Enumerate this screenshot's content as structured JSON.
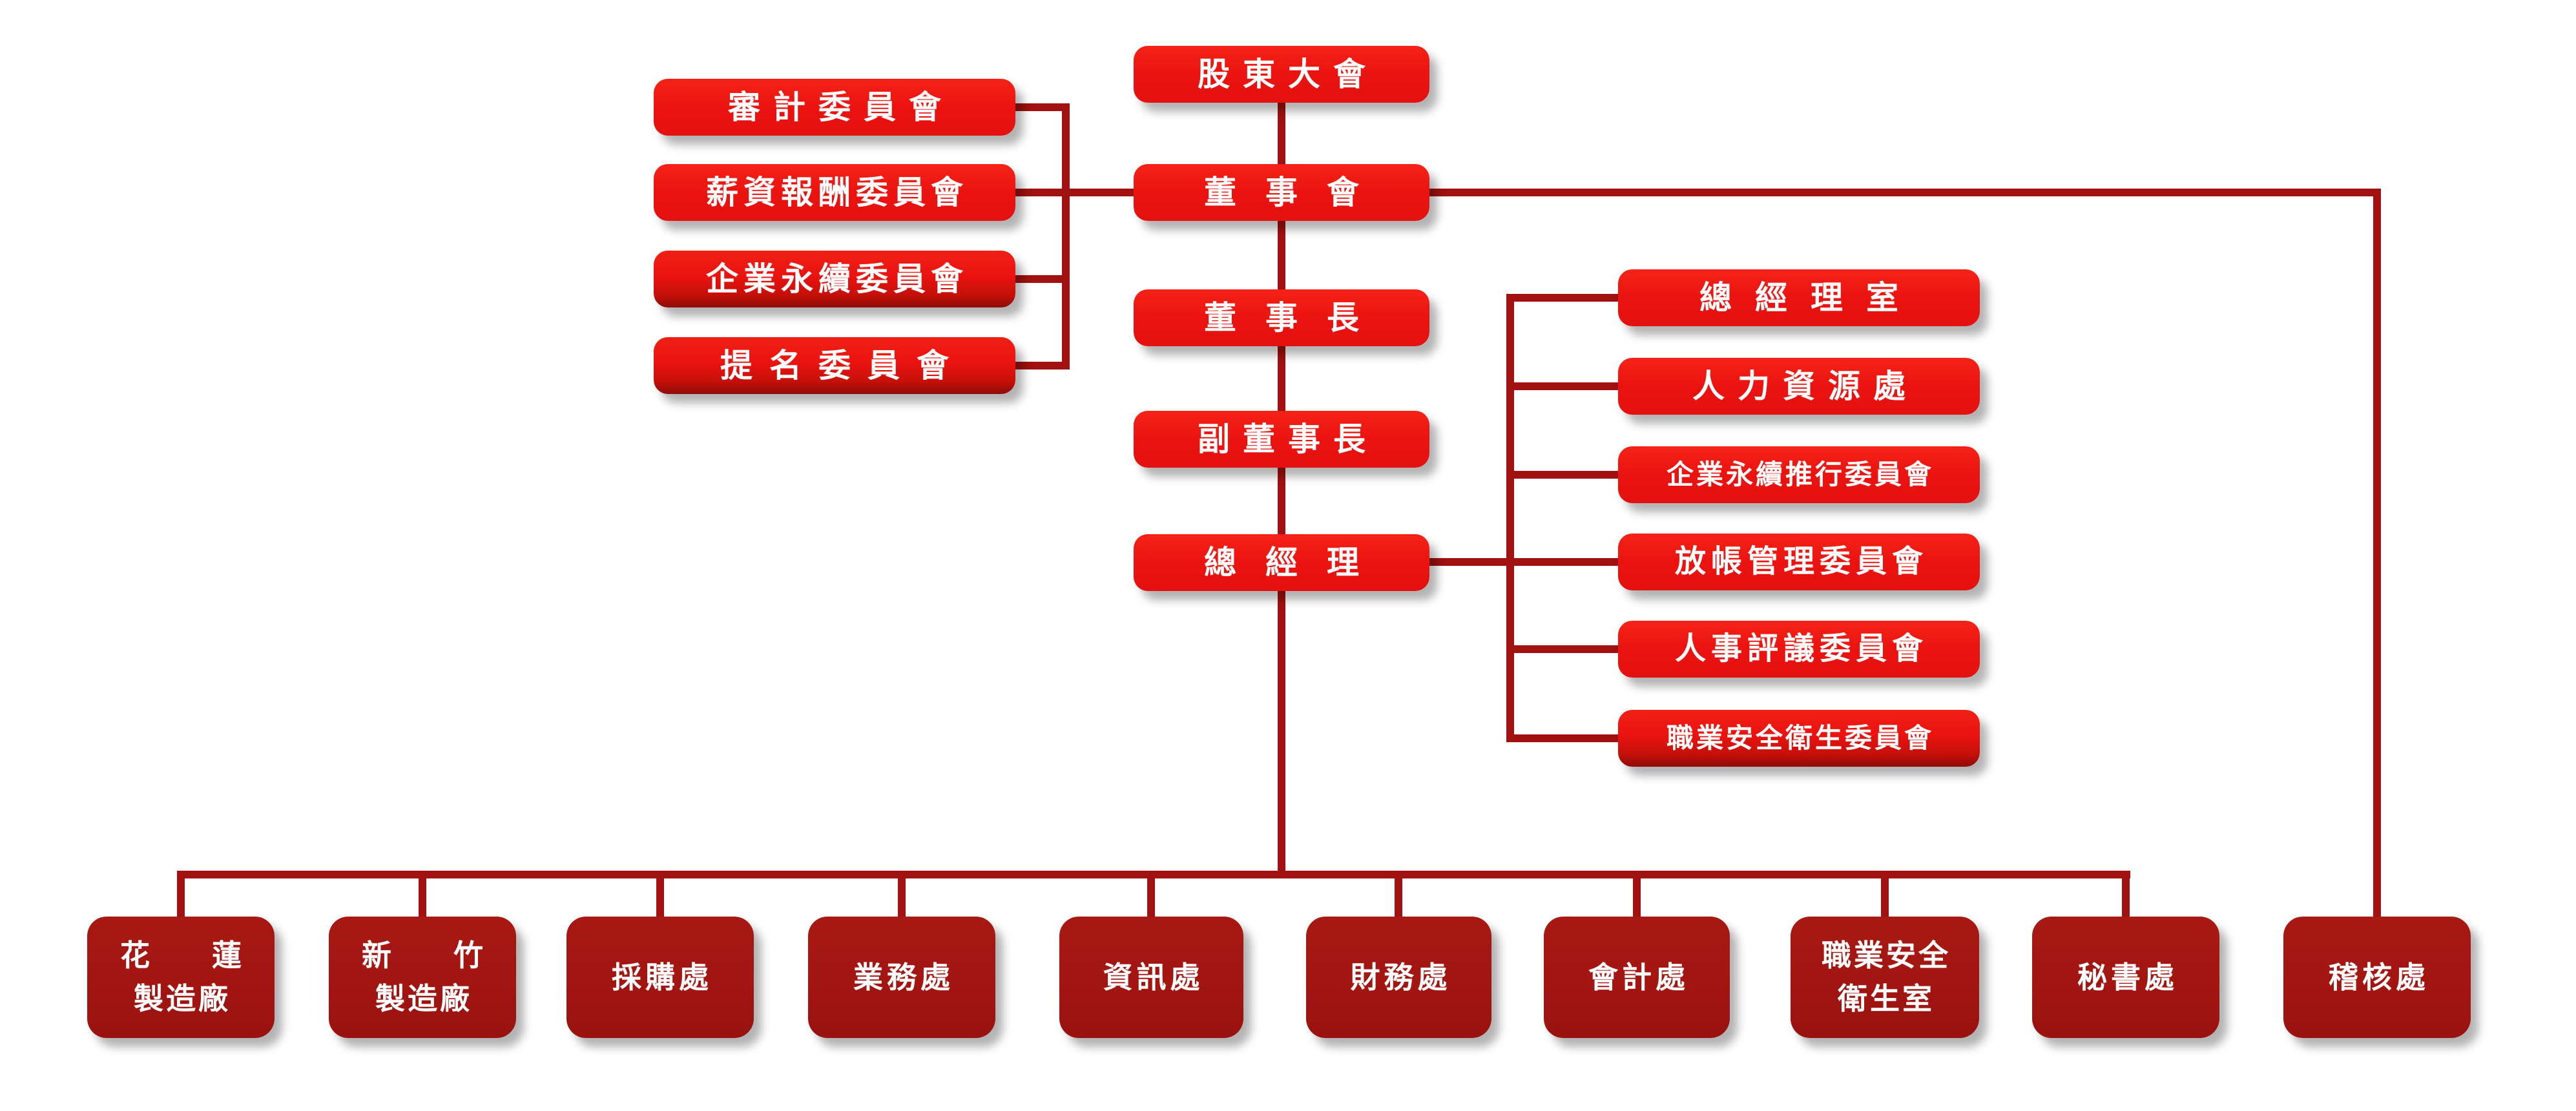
{
  "diagram": {
    "type": "org-chart",
    "language": "zh-TW",
    "description": "Corporate organization chart"
  },
  "colors": {
    "box_bright_red": "#EB1310",
    "box_gradient_dark_red": "#8F0B07",
    "box_dark_maroon": "#A21511",
    "connector_line": "#A01110",
    "text": "#FFFFFF",
    "background": "#FFFFFF"
  },
  "nodes": {
    "shareholders_meeting": {
      "label": "股東大會"
    },
    "board_of_directors": {
      "label": "董事會"
    },
    "chairman": {
      "label": "董事長"
    },
    "vice_chairman": {
      "label": "副董事長"
    },
    "general_manager": {
      "label": "總經理"
    },
    "audit_committee": {
      "label": "審計委員會"
    },
    "compensation_committee": {
      "label": "薪資報酬委員會"
    },
    "sustainability_committee": {
      "label": "企業永續委員會"
    },
    "nomination_committee": {
      "label": "提名委員會"
    },
    "gm_office": {
      "label": "總經理室"
    },
    "hr_division": {
      "label": "人力資源處"
    },
    "esg_promotion_committee": {
      "label": "企業永續推行委員會"
    },
    "credit_management_committee": {
      "label": "放帳管理委員會"
    },
    "personnel_review_committee": {
      "label": "人事評議委員會"
    },
    "osh_committee": {
      "label": "職業安全衛生委員會"
    },
    "hualien_plant": {
      "lines": [
        "花蓮",
        "製造廠"
      ]
    },
    "hsinchu_plant": {
      "lines": [
        "新竹",
        "製造廠"
      ]
    },
    "procurement_division": {
      "label": "採購處"
    },
    "business_division": {
      "label": "業務處"
    },
    "it_division": {
      "label": "資訊處"
    },
    "finance_division": {
      "label": "財務處"
    },
    "accounting_division": {
      "label": "會計處"
    },
    "osh_office": {
      "lines": [
        "職業安全",
        "衛生室"
      ]
    },
    "secretariat": {
      "label": "秘書處"
    },
    "audit_division": {
      "label": "稽核處"
    }
  },
  "hierarchy": {
    "shareholders_meeting": [
      "board_of_directors"
    ],
    "board_of_directors": [
      "chairman",
      "audit_committee",
      "compensation_committee",
      "sustainability_committee",
      "nomination_committee",
      "audit_division"
    ],
    "chairman": [
      "vice_chairman"
    ],
    "vice_chairman": [
      "general_manager"
    ],
    "general_manager": [
      "gm_office",
      "hr_division",
      "esg_promotion_committee",
      "credit_management_committee",
      "personnel_review_committee",
      "osh_committee",
      "hualien_plant",
      "hsinchu_plant",
      "procurement_division",
      "business_division",
      "it_division",
      "finance_division",
      "accounting_division",
      "osh_office",
      "secretariat"
    ]
  }
}
